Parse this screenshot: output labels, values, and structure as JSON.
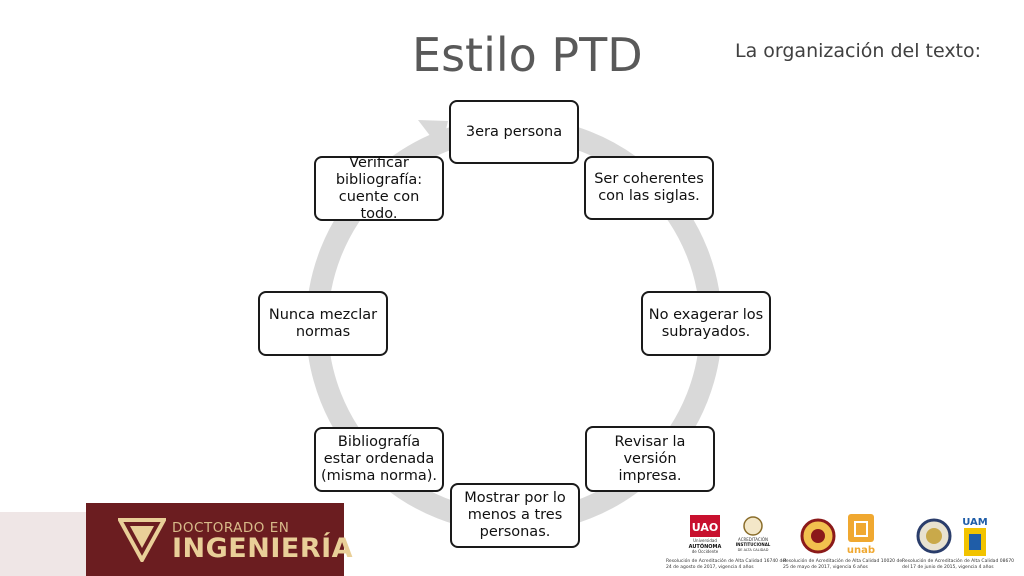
{
  "slide": {
    "title": "Estilo PTD",
    "subtitle": "La organización del texto:"
  },
  "diagram": {
    "nodes": [
      {
        "id": "n1",
        "label": "3era persona"
      },
      {
        "id": "n2",
        "label": "Ser coherentes con las siglas."
      },
      {
        "id": "n3",
        "label": "No exagerar los subrayados."
      },
      {
        "id": "n4",
        "label": "Revisar la versión impresa."
      },
      {
        "id": "n5",
        "label": "Mostrar por lo menos a tres personas."
      },
      {
        "id": "n6",
        "label": "Bibliografía estar ordenada (misma norma)."
      },
      {
        "id": "n7",
        "label": "Nunca mezclar normas"
      },
      {
        "id": "n8",
        "label": "Verificar bibliografía: cuente con todo."
      }
    ],
    "colors": {
      "ring": "#d9d9d9",
      "node_border": "#1a1a1a"
    }
  },
  "footer": {
    "brand": {
      "line1": "DOCTORADO EN",
      "line2": "INGENIERÍA",
      "color": "#6b1d20",
      "accent": "#e9cf98"
    },
    "accreditations": [
      "Resolución de Acreditación de Alta Calidad 16740 del 24 de agosto de 2017, vigencia 4 años",
      "Resolución de Acreditación de Alta Calidad 10020 del 25 de mayo de 2017, vigencia 6 años",
      "Resolución de Acreditación de Alta Calidad 08670 del 17 de junio de 2015, vigencia 4 años"
    ],
    "logos": {
      "uao_line1": "Universidad",
      "uao_line2": "AUTÓNOMA",
      "uao_line3": "de Occidente",
      "acred_line1": "ACREDITACIÓN",
      "acred_line2": "INSTITUCIONAL",
      "acred_line3": "DE ALTA CALIDAD",
      "unab": "unab",
      "uam": "UAM"
    }
  }
}
